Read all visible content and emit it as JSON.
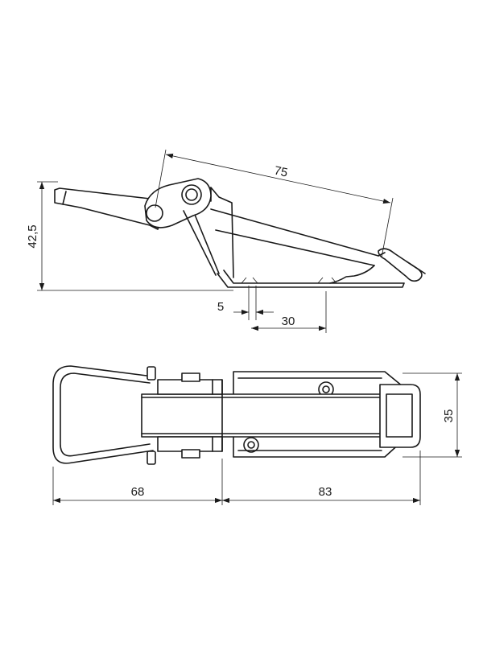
{
  "dimensions": {
    "side_height": "42,5",
    "side_length": "75",
    "side_small": "5",
    "side_offset": "30",
    "top_left_length": "68",
    "top_right_length": "83",
    "top_height": "35"
  },
  "colors": {
    "line": "#1a1a1a",
    "background": "#ffffff"
  }
}
